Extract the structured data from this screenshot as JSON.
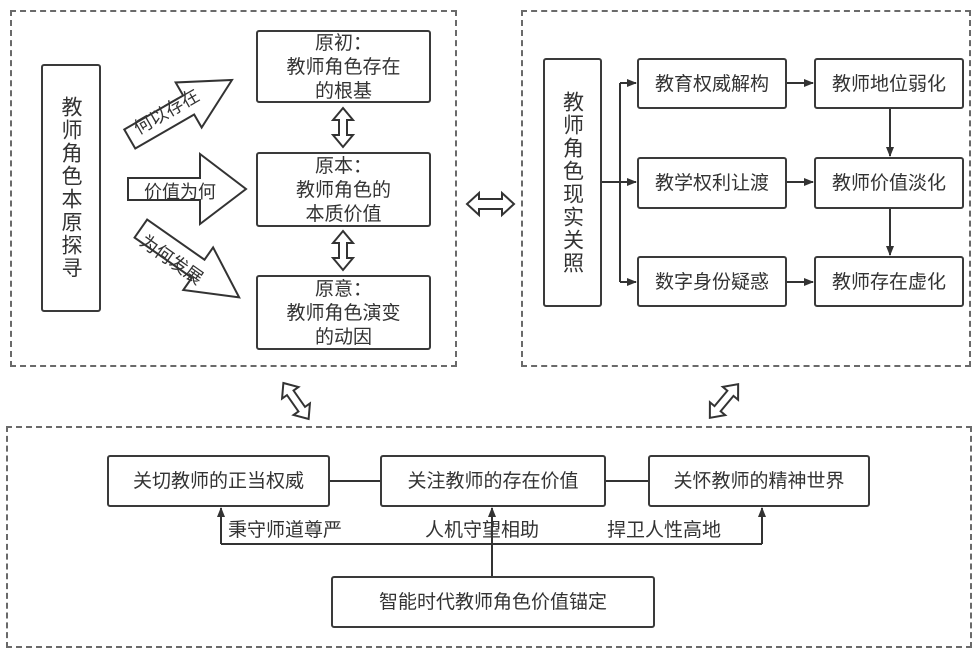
{
  "panel_left": {
    "title": "教师角色本原探寻",
    "arrows": [
      {
        "label": "何以存在"
      },
      {
        "label": "价值为何"
      },
      {
        "label": "为何发展"
      }
    ],
    "boxes": [
      {
        "text": "原初：\n教师角色存在\n的根基"
      },
      {
        "text": "原本：\n教师角色的\n本质价值"
      },
      {
        "text": "原意：\n教师角色演变\n的动因"
      }
    ]
  },
  "panel_right": {
    "title": "教师角色现实关照",
    "causes": [
      "教育权威解构",
      "教学权利让渡",
      "数字身份疑惑"
    ],
    "effects": [
      "教师地位弱化",
      "教师价值淡化",
      "教师存在虚化"
    ]
  },
  "panel_bottom": {
    "top_boxes": [
      "关切教师的正当权威",
      "关注教师的存在价值",
      "关怀教师的精神世界"
    ],
    "edge_labels": [
      "秉守师道尊严",
      "人机守望相助",
      "捍卫人性高地"
    ],
    "base": "智能时代教师角色价值锚定"
  }
}
